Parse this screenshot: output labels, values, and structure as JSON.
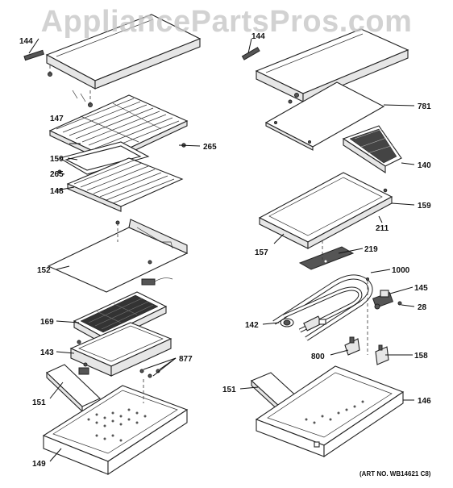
{
  "watermark": "AppliancePartsPros.com",
  "art_number": "(ART NO. WB14621 C8)",
  "callouts": {
    "c144_left": "144",
    "c144_right": "144",
    "c147": "147",
    "c265_a": "265",
    "c150": "150",
    "c265_b": "265",
    "c148": "148",
    "c152": "152",
    "c169": "169",
    "c143": "143",
    "c877": "877",
    "c151_left": "151",
    "c149": "149",
    "c781": "781",
    "c140": "140",
    "c159": "159",
    "c211": "211",
    "c157": "157",
    "c219": "219",
    "c1000": "1000",
    "c145": "145",
    "c28": "28",
    "c142": "142",
    "c800": "800",
    "c158": "158",
    "c151_right": "151",
    "c146": "146"
  }
}
